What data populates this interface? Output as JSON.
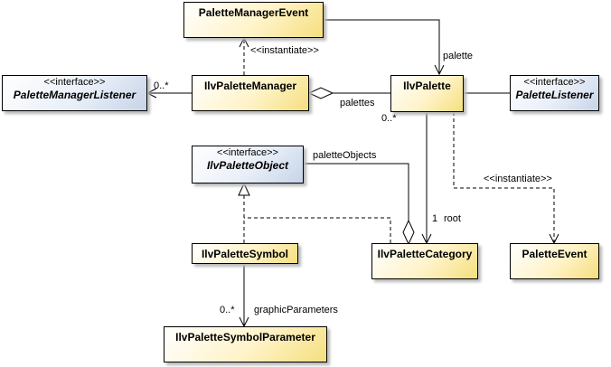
{
  "classes": {
    "palette_manager_event": "PaletteManagerEvent",
    "palette_manager": "IlvPaletteManager",
    "palette": "IlvPalette",
    "palette_symbol": "IlvPaletteSymbol",
    "palette_category": "IlvPaletteCategory",
    "palette_event": "PaletteEvent",
    "palette_symbol_parameter": "IlvPaletteSymbolParameter"
  },
  "interfaces": {
    "stereotype": "<<interface>>",
    "palette_manager_listener": "PaletteManagerListener",
    "palette_listener": "PaletteListener",
    "palette_object": "IlvPaletteObject"
  },
  "labels": {
    "instantiate_manager": "<<instantiate>>",
    "instantiate_palette": "<<instantiate>>",
    "palette_role": "palette",
    "listeners_multiplicity": "0..*",
    "palettes_role": "palettes",
    "palettes_multiplicity": "0..*",
    "palette_objects_role": "paletteObjects",
    "root_multiplicity": "1",
    "root_role": "root",
    "graphic_parameters_multiplicity": "0..*",
    "graphic_parameters_role": "graphicParameters"
  },
  "colors": {
    "class_fill": "#f5df7e",
    "interface_fill": "#c6d4e8",
    "line": "#000000",
    "shadow": "#b8b8b8"
  }
}
